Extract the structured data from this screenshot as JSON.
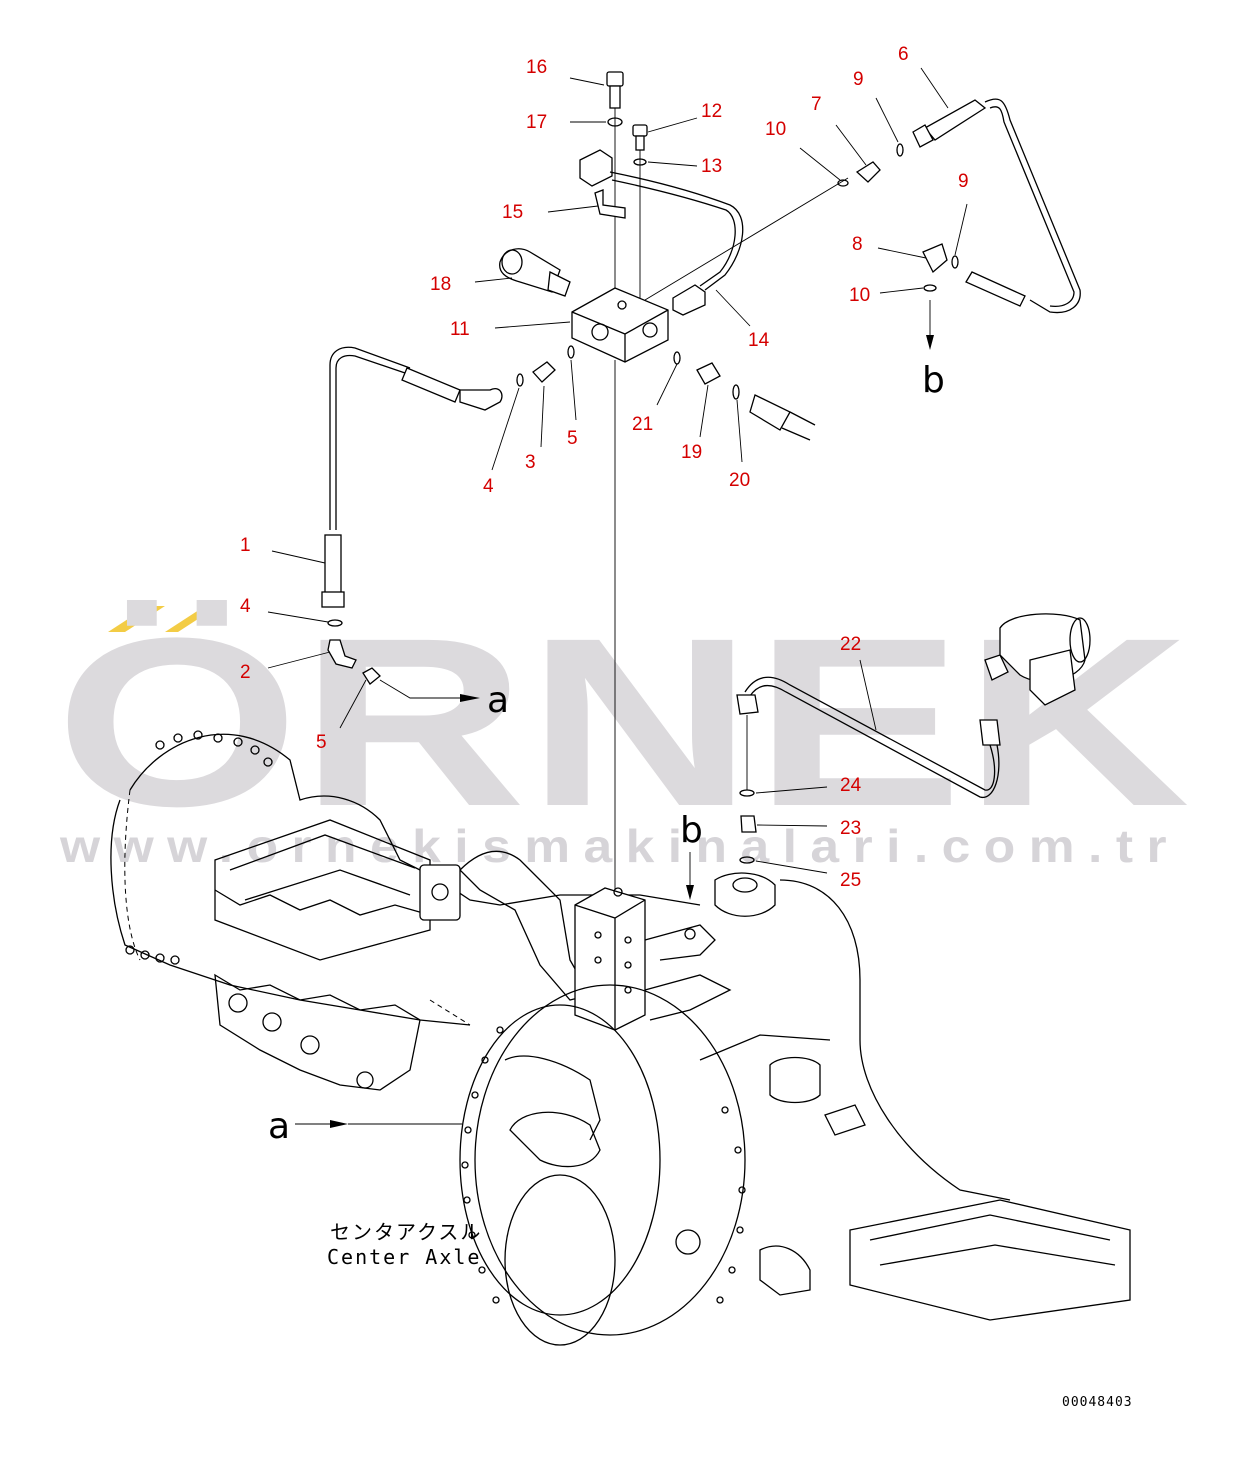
{
  "watermark": {
    "brand": "ÖRNEK",
    "url": "www.ornekismakinalari.com.tr",
    "accent_color": "#f3cc45",
    "text_color": "#d9d7db"
  },
  "callouts": [
    "1",
    "2",
    "3",
    "4",
    "4",
    "5",
    "5",
    "6",
    "7",
    "8",
    "9",
    "9",
    "10",
    "10",
    "11",
    "12",
    "13",
    "14",
    "15",
    "16",
    "17",
    "18",
    "19",
    "20",
    "21",
    "22",
    "23",
    "24",
    "25"
  ],
  "reference_letters": [
    "a",
    "a",
    "b",
    "b"
  ],
  "axle_label": {
    "japanese": "センタアクスル",
    "english": "Center Axle"
  },
  "drawing_number": "00048403",
  "colors": {
    "callout": "#d40000",
    "line": "#000000"
  }
}
